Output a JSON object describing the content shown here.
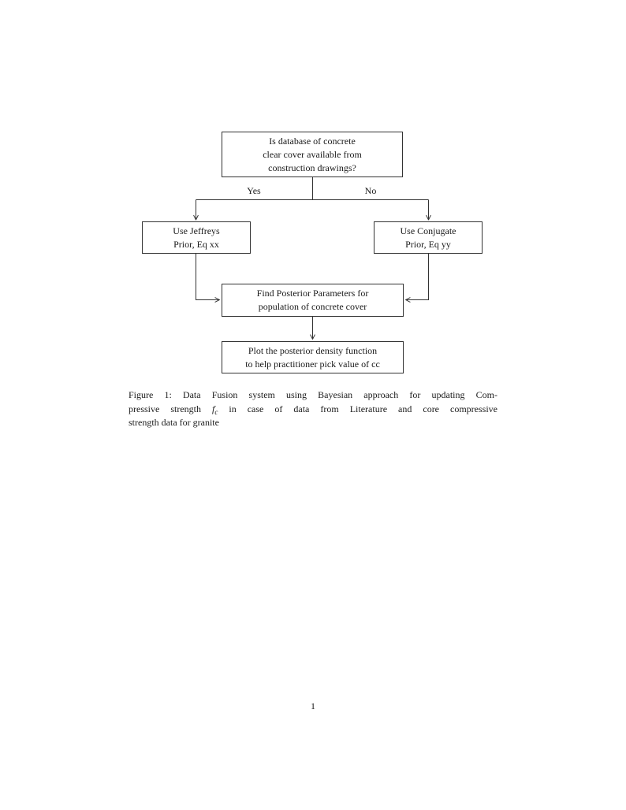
{
  "page": {
    "background": "#ffffff",
    "ink": "#1a1a1a",
    "line_color": "#333333",
    "number": "1"
  },
  "flowchart": {
    "decision": {
      "line1": "Is database of concrete",
      "line2": "clear cover available from",
      "line3": "construction drawings?"
    },
    "branch_yes": "Yes",
    "branch_no": "No",
    "jeffreys": {
      "line1": "Use Jeffreys",
      "line2": "Prior, Eq xx"
    },
    "conjugate": {
      "line1": "Use Conjugate",
      "line2": "Prior, Eq yy"
    },
    "posterior": {
      "line1": "Find Posterior Parameters for",
      "line2": "population of concrete cover"
    },
    "plot": {
      "line1": "Plot the posterior density function",
      "line2": "to help practitioner pick value of cc"
    }
  },
  "caption": {
    "line1": "Figure 1: Data Fusion system using Bayesian approach for updating Com-",
    "line2_pre": "pressive strength",
    "math_symbol": "f",
    "math_subscript": "c",
    "line2_post": "in case of data from Literature and core compressive",
    "line3": "strength data for granite"
  }
}
